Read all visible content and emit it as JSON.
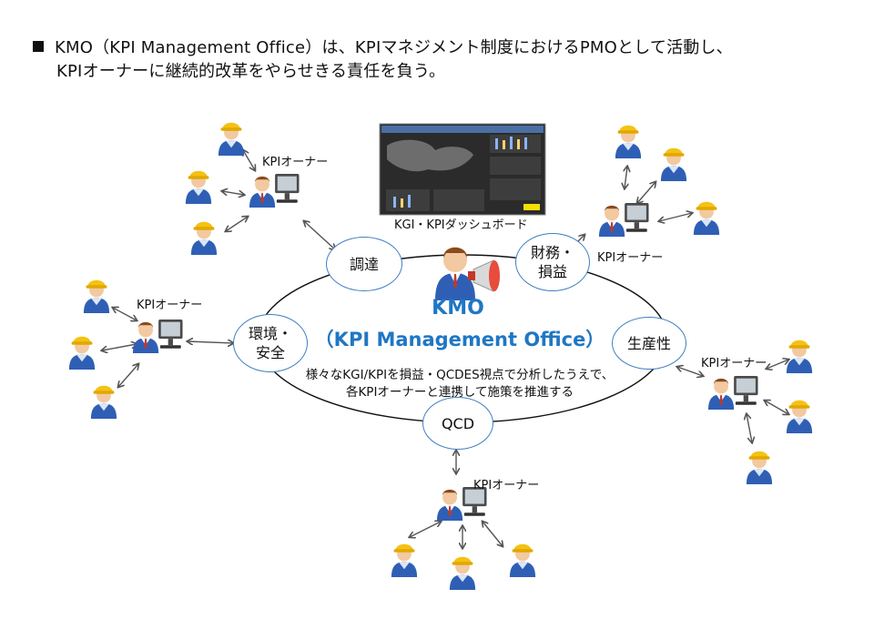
{
  "header": {
    "line1": "KMO（KPI Management Office）は、KPIマネジメント制度におけるPMOとして活動し、",
    "line2": "KPIオーナーに継続的改革をやらせきる責任を負う。"
  },
  "dashboard": {
    "label": "KGI・KPIダッシュボード"
  },
  "kmo": {
    "title": "KMO",
    "subtitle": "（KPI Management Office）",
    "description_line1": "様々なKGI/KPIを損益・QCDES視点で分析したうえで、",
    "description_line2": "各KPIオーナーと連携して施策を推進する"
  },
  "bubbles": {
    "procurement": "調達",
    "finance": [
      "財務・",
      "損益"
    ],
    "environment": [
      "環境・",
      "安全"
    ],
    "production": "生産性",
    "qcd": "QCD"
  },
  "owners": {
    "top_left": "KPIオーナー",
    "top_right": "KPIオーナー",
    "left": "KPIオーナー",
    "right": "KPIオーナー",
    "bottom": "KPIオーナー"
  },
  "colors": {
    "accent": "#1f77c4",
    "bubble_border": "#3e7fc0",
    "worker_helmet": "#f5c211",
    "worker_body": "#2f5fb5",
    "arrow": "#555555"
  }
}
